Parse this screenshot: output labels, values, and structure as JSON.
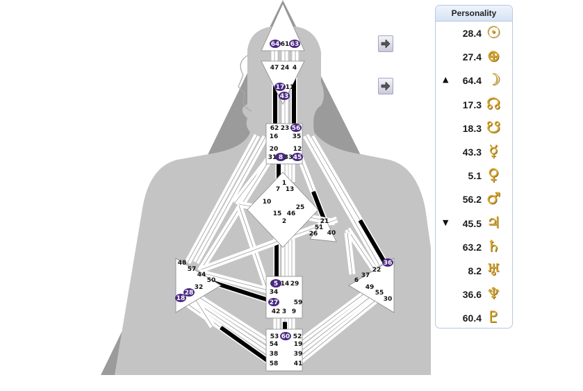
{
  "panel": {
    "title": "Personality",
    "rows": [
      {
        "arrow": "",
        "value": "28.4",
        "glyph": "☉",
        "icon": "sun-icon"
      },
      {
        "arrow": "",
        "value": "27.4",
        "glyph": "⊕",
        "icon": "earth-icon"
      },
      {
        "arrow": "▲",
        "value": "64.4",
        "glyph": "☽",
        "icon": "moon-icon"
      },
      {
        "arrow": "",
        "value": "17.3",
        "glyph": "☊",
        "icon": "north-node-icon"
      },
      {
        "arrow": "",
        "value": "18.3",
        "glyph": "☋",
        "icon": "south-node-icon"
      },
      {
        "arrow": "",
        "value": "43.3",
        "glyph": "☿",
        "icon": "mercury-icon"
      },
      {
        "arrow": "",
        "value": "5.1",
        "glyph": "♀",
        "icon": "venus-icon"
      },
      {
        "arrow": "",
        "value": "56.2",
        "glyph": "♂",
        "icon": "mars-icon"
      },
      {
        "arrow": "▼",
        "value": "45.5",
        "glyph": "♃",
        "icon": "jupiter-icon"
      },
      {
        "arrow": "",
        "value": "63.2",
        "glyph": "♄",
        "icon": "saturn-icon"
      },
      {
        "arrow": "",
        "value": "8.2",
        "glyph": "♅",
        "icon": "uranus-icon"
      },
      {
        "arrow": "",
        "value": "36.6",
        "glyph": "♆",
        "icon": "neptune-icon"
      },
      {
        "arrow": "",
        "value": "60.4",
        "glyph": "♇",
        "icon": "pluto-icon"
      }
    ]
  },
  "nav_buttons": [
    {
      "icon": "arrow-right-icon"
    },
    {
      "icon": "arrow-right-icon"
    }
  ],
  "colors": {
    "active_gate": "#4a2880",
    "defined_channel": "#000000",
    "center_fill": "#ffffff",
    "background_triangle": "#9b9b9b",
    "silhouette": "#c8c8c8"
  },
  "gates": [
    {
      "n": "64",
      "active": true
    },
    {
      "n": "61",
      "active": false
    },
    {
      "n": "63",
      "active": true
    },
    {
      "n": "47",
      "active": false
    },
    {
      "n": "24",
      "active": false
    },
    {
      "n": "4",
      "active": false
    },
    {
      "n": "17",
      "active": true
    },
    {
      "n": "11",
      "active": false
    },
    {
      "n": "43",
      "active": true
    },
    {
      "n": "62",
      "active": false
    },
    {
      "n": "23",
      "active": false
    },
    {
      "n": "56",
      "active": true
    },
    {
      "n": "16",
      "active": false
    },
    {
      "n": "35",
      "active": false
    },
    {
      "n": "20",
      "active": false
    },
    {
      "n": "12",
      "active": false
    },
    {
      "n": "31",
      "active": false
    },
    {
      "n": "8",
      "active": true
    },
    {
      "n": "33",
      "active": false
    },
    {
      "n": "45",
      "active": true
    },
    {
      "n": "1",
      "active": false
    },
    {
      "n": "7",
      "active": false
    },
    {
      "n": "13",
      "active": false
    },
    {
      "n": "10",
      "active": false
    },
    {
      "n": "25",
      "active": false
    },
    {
      "n": "15",
      "active": false
    },
    {
      "n": "46",
      "active": false
    },
    {
      "n": "2",
      "active": false
    },
    {
      "n": "21",
      "active": false
    },
    {
      "n": "51",
      "active": false
    },
    {
      "n": "26",
      "active": false
    },
    {
      "n": "40",
      "active": false
    },
    {
      "n": "48",
      "active": false
    },
    {
      "n": "57",
      "active": false
    },
    {
      "n": "44",
      "active": false
    },
    {
      "n": "50",
      "active": false
    },
    {
      "n": "32",
      "active": false
    },
    {
      "n": "28",
      "active": true
    },
    {
      "n": "18",
      "active": true
    },
    {
      "n": "36",
      "active": true
    },
    {
      "n": "22",
      "active": false
    },
    {
      "n": "37",
      "active": false
    },
    {
      "n": "6",
      "active": false
    },
    {
      "n": "49",
      "active": false
    },
    {
      "n": "55",
      "active": false
    },
    {
      "n": "30",
      "active": false
    },
    {
      "n": "5",
      "active": true
    },
    {
      "n": "14",
      "active": false
    },
    {
      "n": "29",
      "active": false
    },
    {
      "n": "34",
      "active": false
    },
    {
      "n": "27",
      "active": true
    },
    {
      "n": "59",
      "active": false
    },
    {
      "n": "42",
      "active": false
    },
    {
      "n": "3",
      "active": false
    },
    {
      "n": "9",
      "active": false
    },
    {
      "n": "53",
      "active": false
    },
    {
      "n": "60",
      "active": true
    },
    {
      "n": "52",
      "active": false
    },
    {
      "n": "54",
      "active": false
    },
    {
      "n": "19",
      "active": false
    },
    {
      "n": "38",
      "active": false
    },
    {
      "n": "39",
      "active": false
    },
    {
      "n": "58",
      "active": false
    },
    {
      "n": "41",
      "active": false
    }
  ]
}
